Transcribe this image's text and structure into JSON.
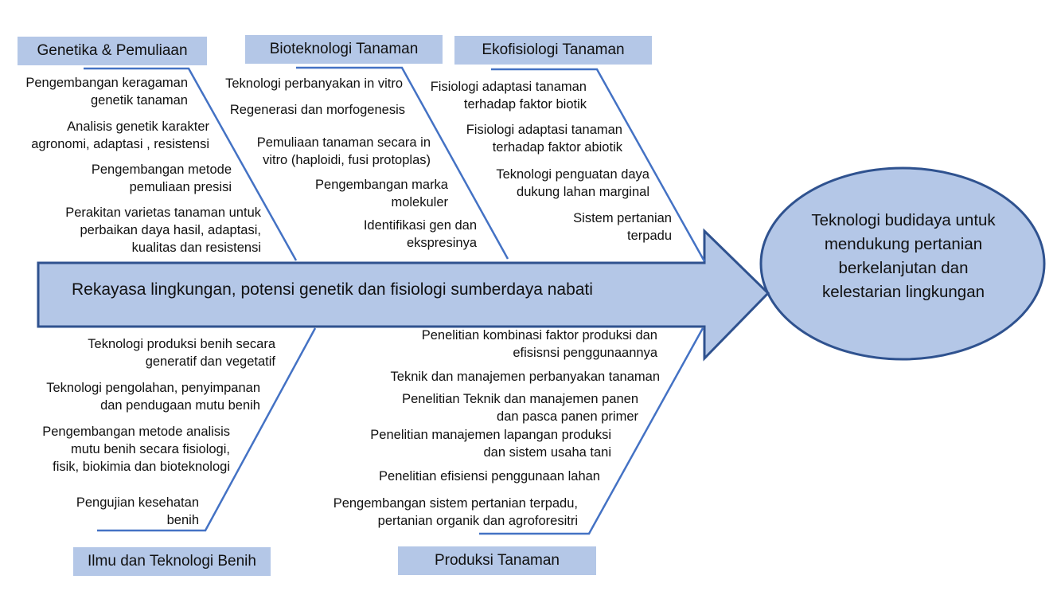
{
  "colors": {
    "fill": "#b4c7e7",
    "stroke": "#2f528f",
    "bone_line": "#4472c4",
    "text": "#111111"
  },
  "spine": {
    "label": "Rekayasa lingkungan, potensi genetik dan fisiologi sumberdaya nabati"
  },
  "goal": {
    "lines": [
      "Teknologi budidaya untuk",
      "mendukung pertanian",
      "berkelanjutan dan",
      "kelestarian lingkungan"
    ]
  },
  "categories": {
    "genetika": {
      "title": "Genetika & Pemuliaan",
      "items": [
        [
          "Pengembangan keragaman",
          "genetik tanaman"
        ],
        [
          "Analisis genetik karakter",
          "agronomi, adaptasi , resistensi"
        ],
        [
          "Pengembangan metode",
          "pemuliaan presisi"
        ],
        [
          "Perakitan varietas  tanaman untuk",
          "perbaikan daya hasil, adaptasi,",
          "kualitas dan resistensi"
        ]
      ]
    },
    "bioteknologi": {
      "title": "Bioteknologi Tanaman",
      "items": [
        [
          "Teknologi perbanyakan in vitro"
        ],
        [
          "Regenerasi dan morfogenesis"
        ],
        [
          "Pemuliaan tanaman secara in",
          "vitro (haploidi, fusi protoplas)"
        ],
        [
          "Pengembangan marka",
          "molekuler"
        ],
        [
          "Identifikasi gen dan",
          "ekspresinya"
        ]
      ]
    },
    "ekofisiologi": {
      "title": "Ekofisiologi Tanaman",
      "items": [
        [
          "Fisiologi adaptasi tanaman",
          "terhadap faktor biotik"
        ],
        [
          "Fisiologi adaptasi tanaman",
          "terhadap faktor abiotik"
        ],
        [
          "Teknologi penguatan daya",
          "dukung lahan marginal"
        ],
        [
          "Sistem pertanian",
          "terpadu"
        ]
      ]
    },
    "benih": {
      "title": "Ilmu dan Teknologi Benih",
      "items": [
        [
          "Teknologi produksi benih secara",
          "generatif dan vegetatif"
        ],
        [
          "Teknologi pengolahan, penyimpanan",
          "dan pendugaan mutu benih"
        ],
        [
          "Pengembangan metode analisis",
          "mutu benih secara fisiologi,",
          "fisik, biokimia dan bioteknologi"
        ],
        [
          "Pengujian kesehatan",
          "benih"
        ]
      ]
    },
    "produksi": {
      "title": "Produksi  Tanaman",
      "items": [
        [
          "Penelitian kombinasi faktor produksi dan",
          "efisisnsi penggunaannya"
        ],
        [
          "Teknik dan manajemen perbanyakan tanaman"
        ],
        [
          "Penelitian  Teknik dan manajemen panen",
          "dan pasca panen primer"
        ],
        [
          "Penelitian  manajemen lapangan produksi",
          "dan sistem usaha tani"
        ],
        [
          "Penelitian  efisiensi penggunaan lahan"
        ],
        [
          "Pengembangan sistem pertanian terpadu,",
          "pertanian organik dan agroforesitri"
        ]
      ]
    }
  }
}
